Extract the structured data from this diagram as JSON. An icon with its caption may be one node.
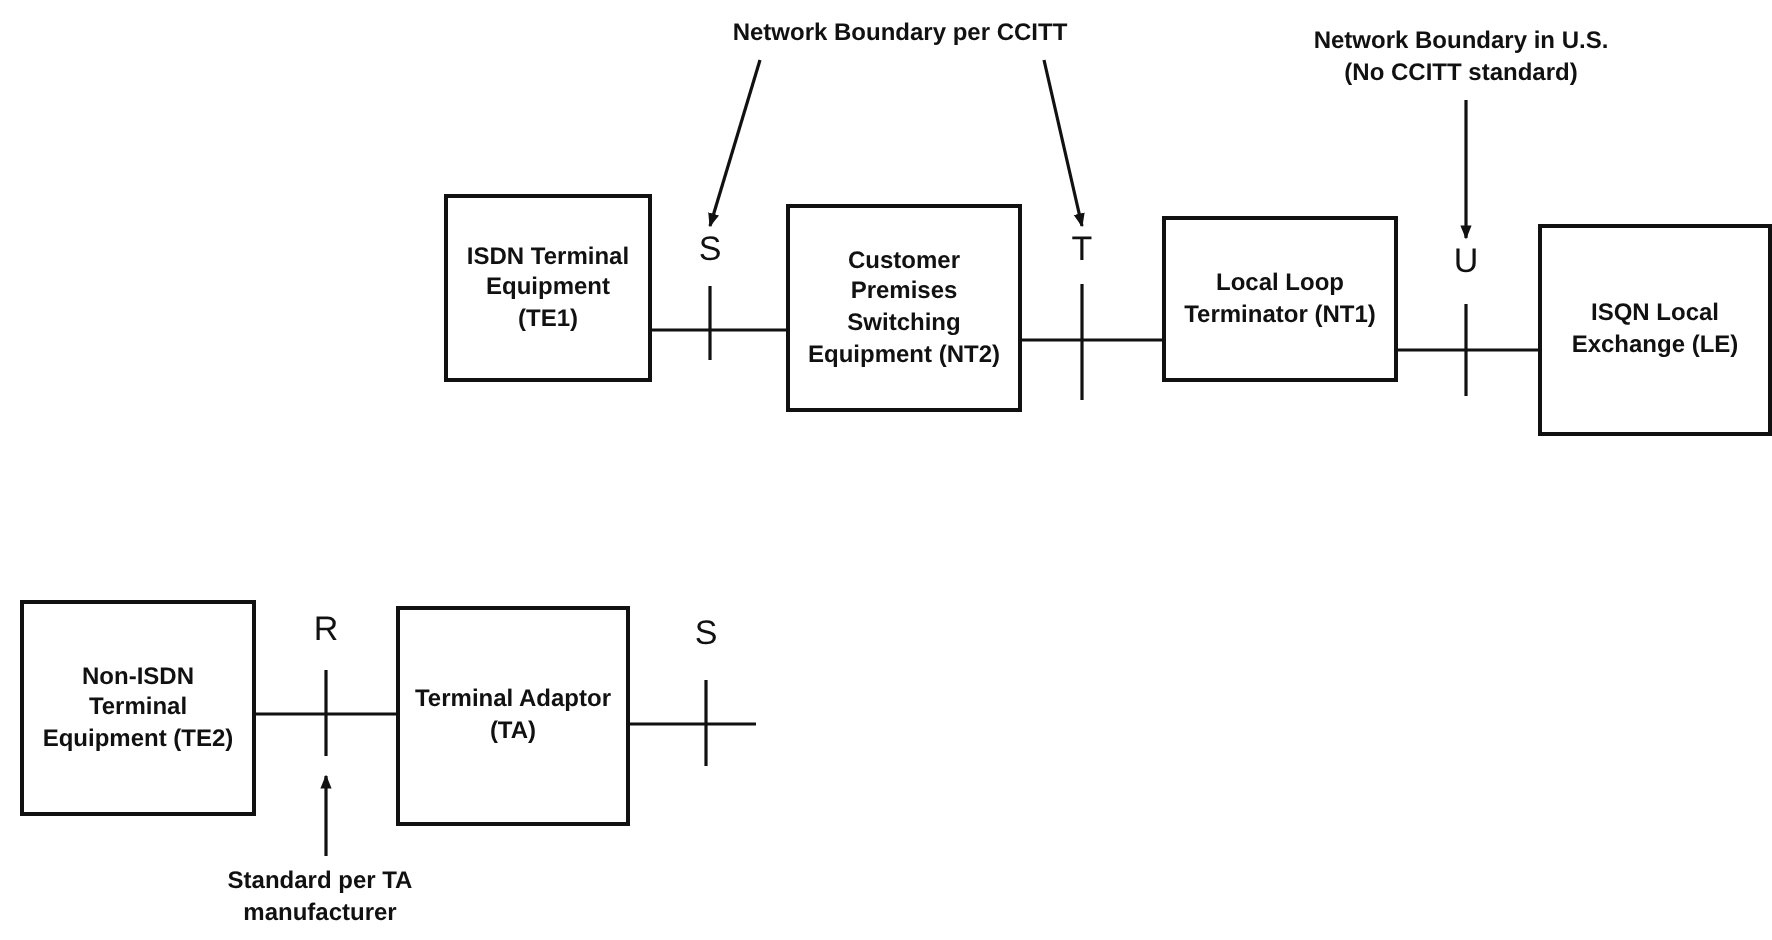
{
  "diagram": {
    "nodes": [
      {
        "text": [
          "ISDN Terminal Equipment (TE1)"
        ]
      },
      {
        "text": [
          "Customer Premises Switching Equipment (NT2)"
        ]
      },
      {
        "text": [
          "Local Loop Terminator (NT1)"
        ]
      },
      {
        "text": [
          "ISQN Local Exchange (LE)"
        ]
      },
      {
        "text": [
          "Non-ISDN Terminal Equipment (TE2)"
        ]
      },
      {
        "text": [
          "Terminal Adaptor (TA)"
        ]
      },
      {
        "text": [
          "Network Boundary per CCITT"
        ]
      },
      {
        "text": [
          "Network Boundary in U.S. (No CCITT standard)"
        ]
      },
      {
        "text": [
          "Standard per TA manufacturer"
        ]
      },
      {
        "text": [
          "S"
        ]
      },
      {
        "text": [
          "T"
        ]
      },
      {
        "text": [
          "U"
        ]
      },
      {
        "text": [
          "R"
        ]
      },
      {
        "text": [
          "S"
        ]
      }
    ],
    "edges": [
      {
        "from": 0,
        "to": 1,
        "arrow": "none"
      },
      {
        "from": 1,
        "to": 2,
        "arrow": "none"
      },
      {
        "from": 2,
        "to": 3,
        "arrow": "none"
      },
      {
        "from": 4,
        "to": 5,
        "arrow": "none"
      },
      {
        "from": 5,
        "to": null,
        "arrow": "none"
      },
      {
        "from": 6,
        "to": 9,
        "arrow": "to"
      },
      {
        "from": 6,
        "to": 10,
        "arrow": "to"
      },
      {
        "from": 7,
        "to": 11,
        "arrow": "to"
      },
      {
        "from": 8,
        "to": null,
        "arrow": "to"
      }
    ]
  }
}
